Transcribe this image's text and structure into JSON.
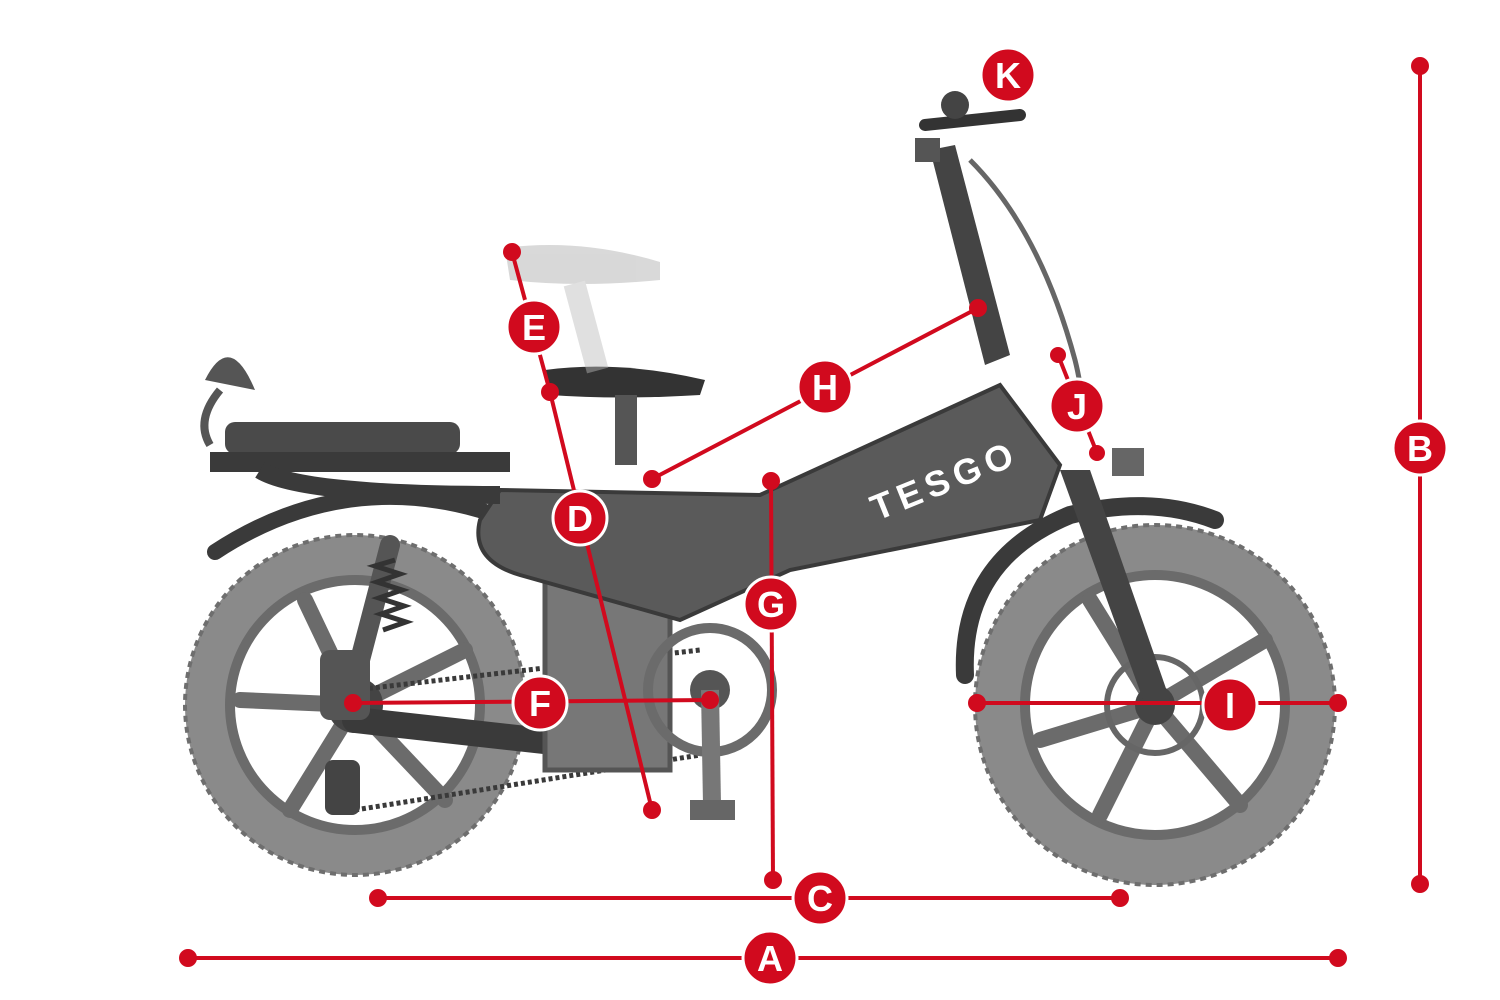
{
  "diagram": {
    "brand_text": "TESGO",
    "colors": {
      "marker": "#d10a1e",
      "marker_text": "#ffffff",
      "frame": "#555555",
      "tire": "#8a8a8a",
      "rim": "#6b6b6b",
      "light_gray": "#c8c8c8",
      "dark": "#3a3a3a"
    },
    "measurements": [
      {
        "id": "A",
        "label": "A"
      },
      {
        "id": "B",
        "label": "B"
      },
      {
        "id": "C",
        "label": "C"
      },
      {
        "id": "D",
        "label": "D"
      },
      {
        "id": "E",
        "label": "E"
      },
      {
        "id": "F",
        "label": "F"
      },
      {
        "id": "G",
        "label": "G"
      },
      {
        "id": "H",
        "label": "H"
      },
      {
        "id": "I",
        "label": "I"
      },
      {
        "id": "J",
        "label": "J"
      },
      {
        "id": "K",
        "label": "K"
      }
    ]
  }
}
